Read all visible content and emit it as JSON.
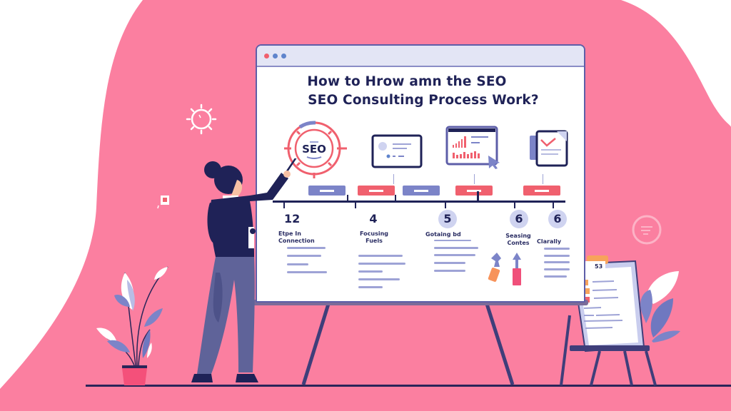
{
  "illustration": {
    "subject": "Woman presenting SEO consulting process on a whiteboard",
    "colors": {
      "background_blob": "#fb7fa0",
      "navy": "#1f2257",
      "accent_red": "#f0606e",
      "accent_blue": "#7c84c8",
      "light_lavender": "#e3e5f5"
    }
  },
  "whiteboard": {
    "window_dots": [
      "#f0606e",
      "#5f84cc",
      "#5f84cc"
    ],
    "title_line1": "How to Hrow amn the SEO",
    "title_line2": "SEO Consulting Process Work?",
    "icons": [
      {
        "name": "seo-target-icon",
        "label": "SEO"
      },
      {
        "name": "profile-card-icon"
      },
      {
        "name": "analytics-chart-icon"
      },
      {
        "name": "report-document-icon"
      }
    ],
    "steps": [
      {
        "number": "12",
        "title_line1": "Etpe In",
        "title_line2": "Connection"
      },
      {
        "number": "4",
        "title_line1": "Focusing",
        "title_line2": "Fuels"
      },
      {
        "number": "5",
        "title_line1": "Gotaing bd",
        "title_line2": ""
      },
      {
        "number": "6",
        "title_line1": "Seasing",
        "title_line2": "Contes"
      },
      {
        "number": "6",
        "title_line1": "Clarally",
        "title_line2": ""
      }
    ]
  },
  "clipboard": {
    "header": "53"
  }
}
